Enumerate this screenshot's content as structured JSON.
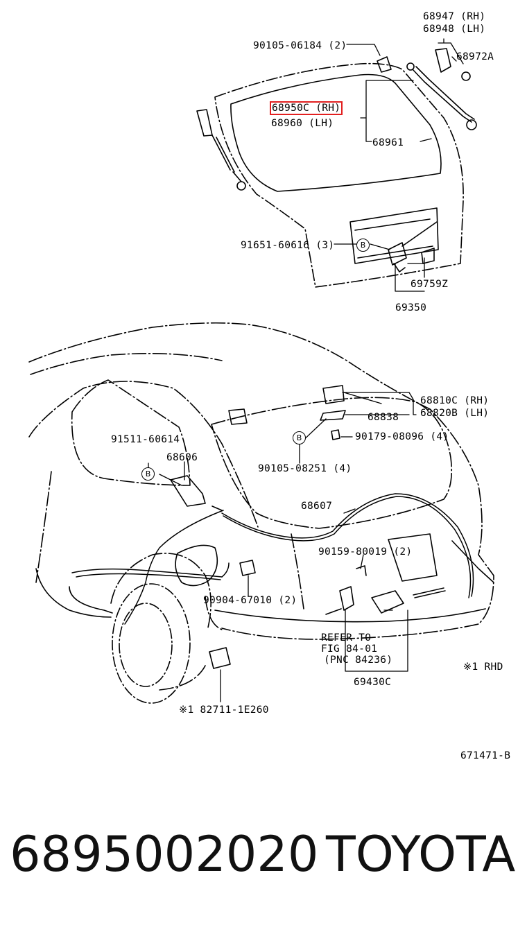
{
  "labels": {
    "p68947": "68947 (RH)",
    "p68948": "68948 (LH)",
    "p68972a": "68972A",
    "p90105_06184": "90105-06184 (2)",
    "p68950c": "68950C (RH)",
    "p68960": "68960   (LH)",
    "p68961": "68961",
    "p91651": "91651-60616 (3)",
    "p69759z": "69759Z",
    "p69350": "69350",
    "p68810c": "68810C (RH)",
    "p68820b": "68820B (LH)",
    "p68838": "68838",
    "p90179": "90179-08096 (4)",
    "p91511": "91511-60614",
    "p68606": "68606",
    "p90105_08251": "90105-08251 (4)",
    "p68607": "68607",
    "p90159": "90159-80019 (2)",
    "p90904": "90904-67010 (2)",
    "refer_line1": "REFER TO",
    "refer_line2": "FIG 84-01",
    "refer_line3": "(PNC 84236)",
    "p69430c": "69430C",
    "rhd_note": "※1 RHD",
    "p82711": "※1 82711-1E260",
    "fig_code": "671471-B",
    "marker_b": "B"
  },
  "footer": {
    "part_number": "6895002020",
    "brand": "TOYOTA"
  },
  "highlight_color": "#e21f1f"
}
